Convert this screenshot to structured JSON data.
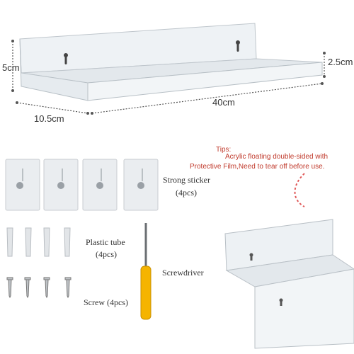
{
  "dimensions": {
    "height": "5cm",
    "depth_right": "2.5cm",
    "depth_bottom": "10.5cm",
    "length": "40cm"
  },
  "tips": {
    "title": "Tips:",
    "line1": "Acrylic floating double-sided with",
    "line2": "Protective Film,Need to tear off before use."
  },
  "parts": {
    "sticker_label": "Strong sticker",
    "sticker_count": "(4pcs)",
    "tube_label": "Plastic tube",
    "tube_count": "(4pcs)",
    "screwdriver_label": "Screwdriver",
    "screw_label": "Screw  (4pcs)"
  },
  "colors": {
    "dimension_line": "#555555",
    "tips_text": "#c0392b",
    "screwdriver_handle": "#f5b400",
    "acrylic": "#e9eef2"
  }
}
